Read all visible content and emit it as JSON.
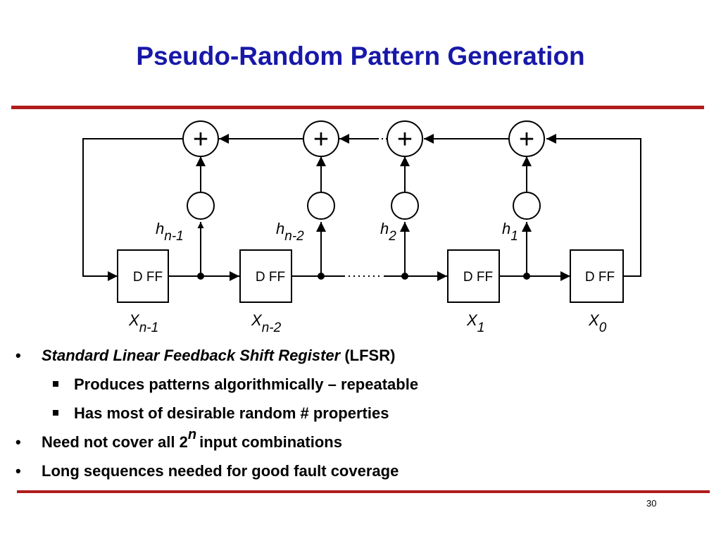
{
  "colors": {
    "title": "#1818a8",
    "rule": "#b01c1c",
    "ink": "#000000"
  },
  "slide": {
    "title": "Pseudo-Random Pattern Generation",
    "page_number": "30"
  },
  "diagram": {
    "flipflops": [
      {
        "label": "D FF",
        "sub_base": "X",
        "sub_index": "n-1"
      },
      {
        "label": "D FF",
        "sub_base": "X",
        "sub_index": "n-2"
      },
      {
        "label": "D FF",
        "sub_base": "X",
        "sub_index": "1"
      },
      {
        "label": "D FF",
        "sub_base": "X",
        "sub_index": "0"
      }
    ],
    "xor_symbol": "+",
    "taps": [
      {
        "base": "h",
        "index": "n-1"
      },
      {
        "base": "h",
        "index": "n-2"
      },
      {
        "base": "h",
        "index": "2"
      },
      {
        "base": "h",
        "index": "1"
      }
    ]
  },
  "bullets": [
    {
      "level": 1,
      "italic_text": "Standard Linear Feedback Shift Register",
      "text": " (LFSR)"
    },
    {
      "level": 2,
      "text": "Produces patterns algorithmically – repeatable"
    },
    {
      "level": 2,
      "text": "Has most of desirable random # properties"
    },
    {
      "level": 1,
      "pre": "Need not cover all 2",
      "sup": "n",
      "post": "input combinations"
    },
    {
      "level": 1,
      "text": "Long sequences needed for good fault coverage"
    }
  ],
  "bullet_symbol": "•"
}
